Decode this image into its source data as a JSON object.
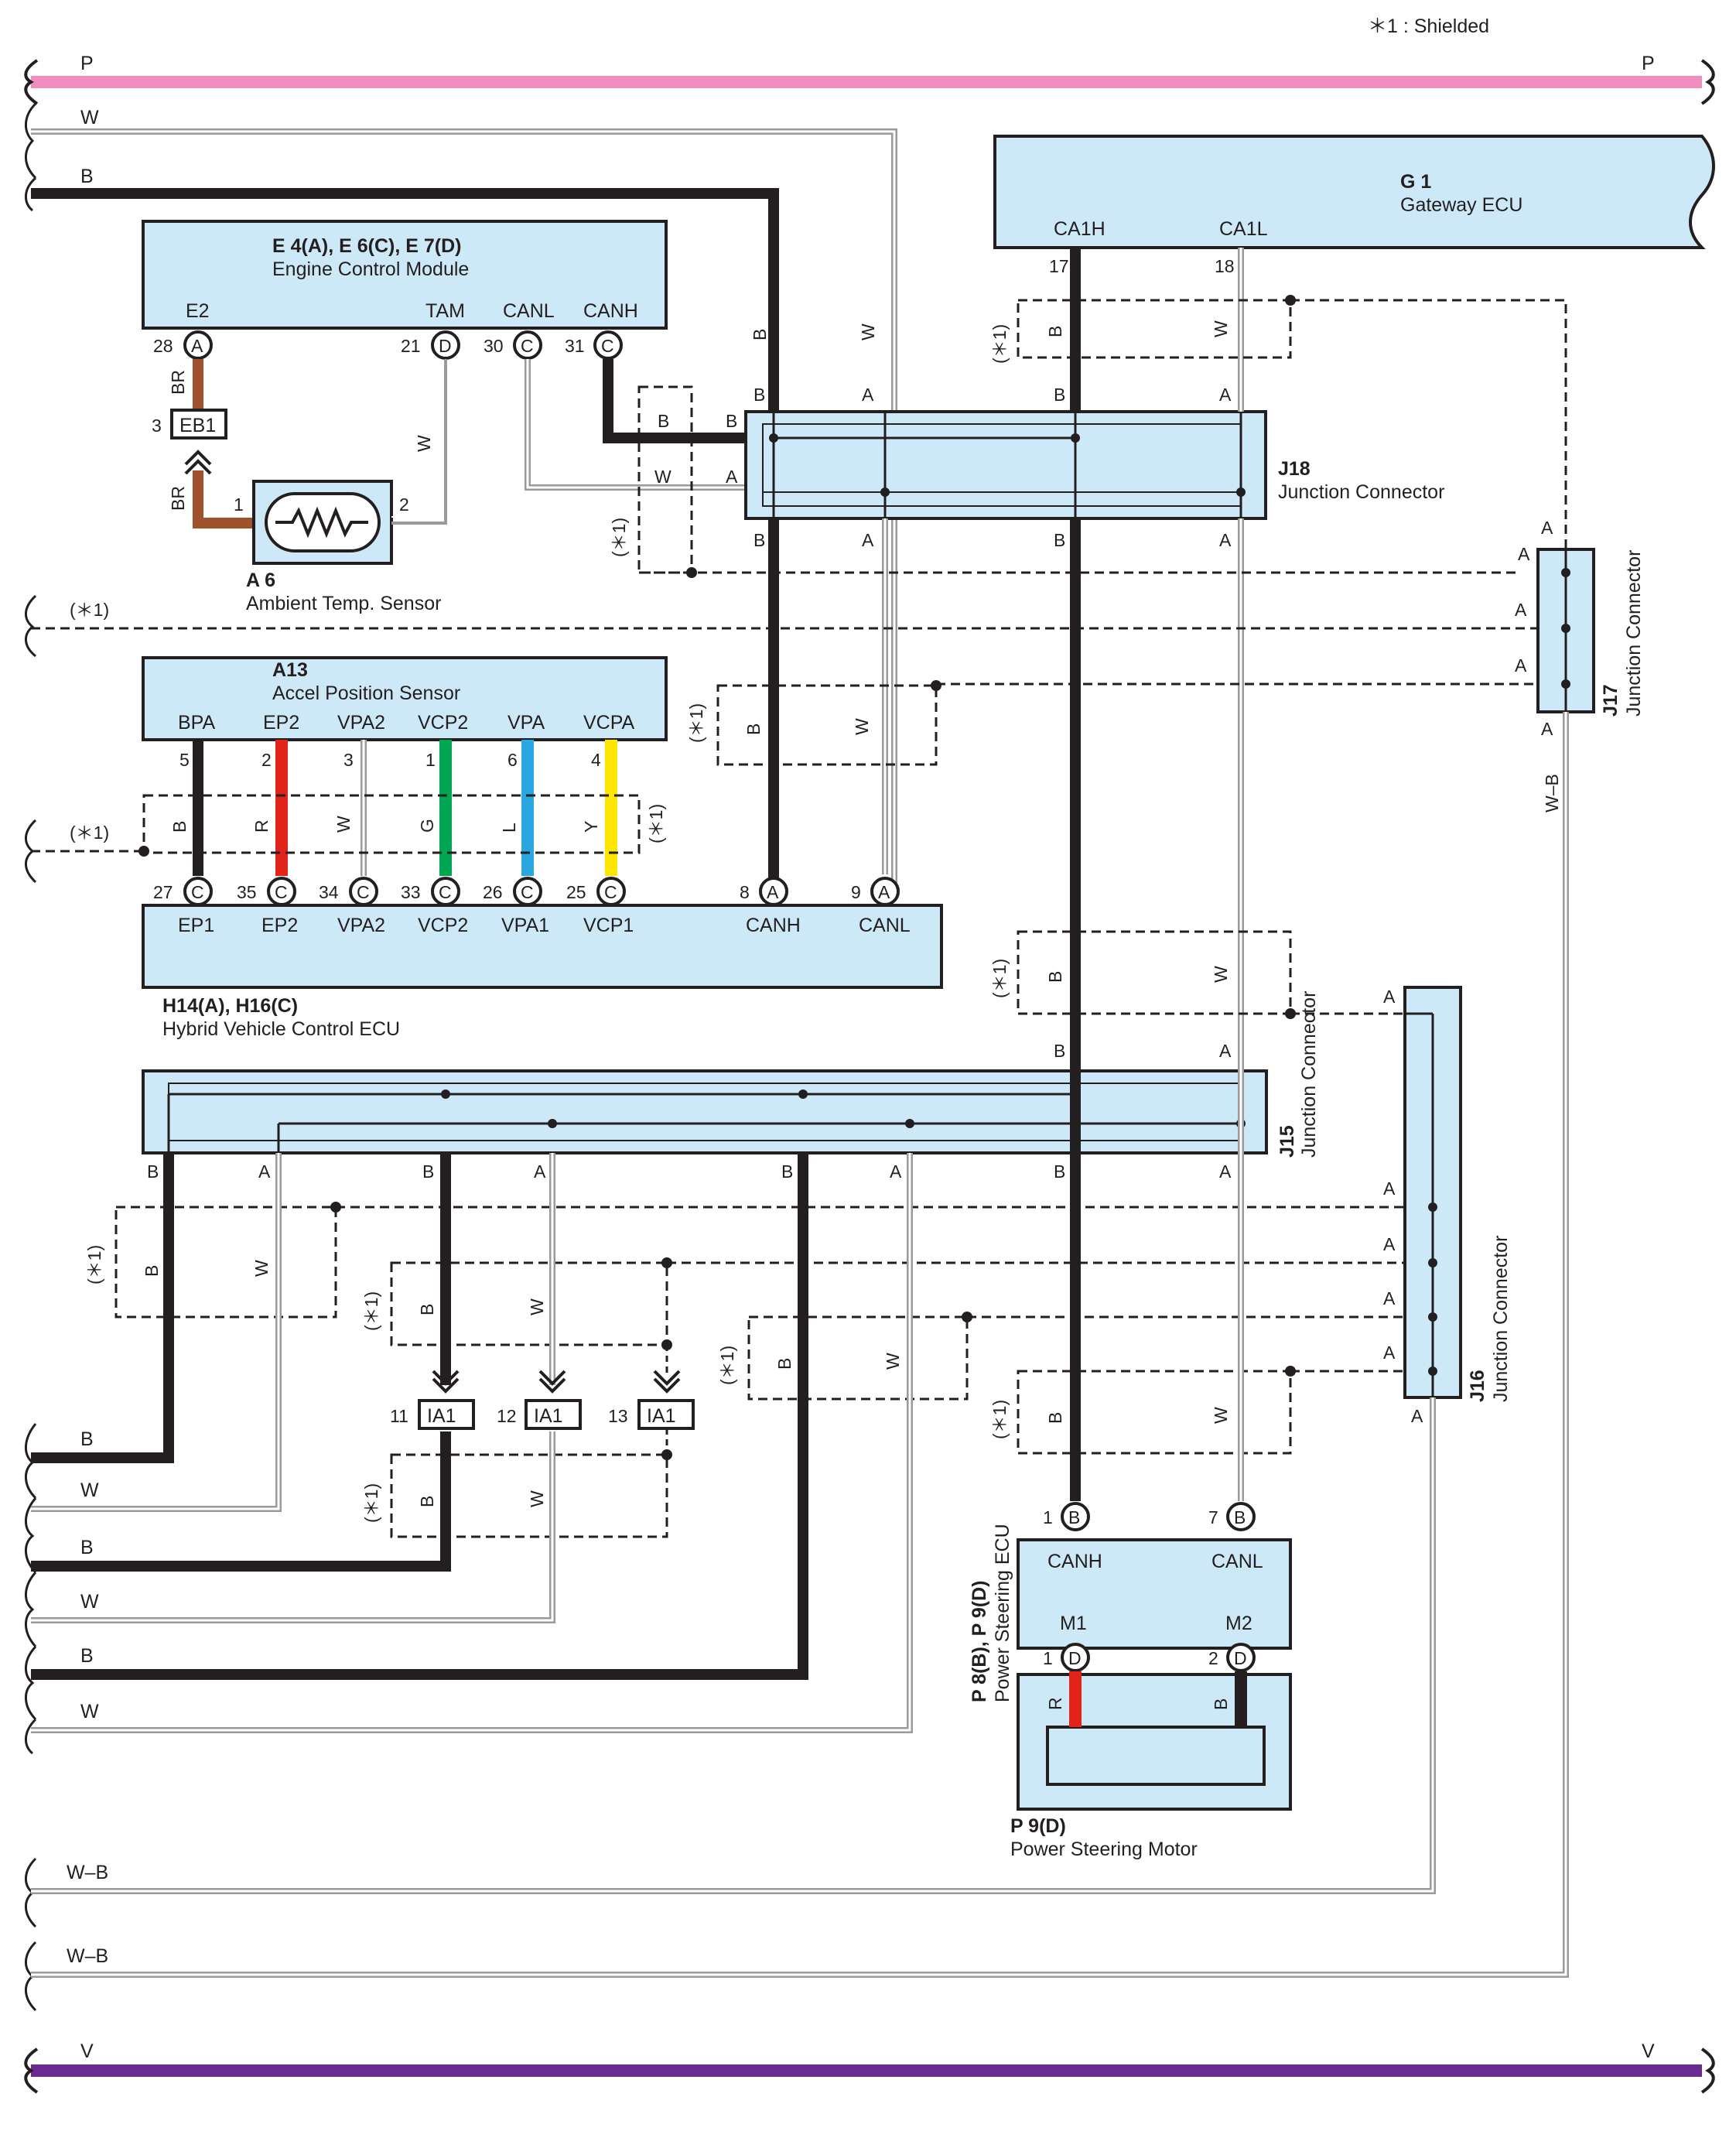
{
  "legend": {
    "shielded": "＊1 : Shielded"
  },
  "bus_labels": {
    "P": "P",
    "W": "W",
    "B": "B",
    "WB": "W–B",
    "V": "V"
  },
  "colors": {
    "power_bus": "#f08fbf",
    "ground_bus": "#6a2c91",
    "component_fill": "#cde9f7",
    "wire_black": "#231f20",
    "wire_brown": "#a0522d",
    "wire_red": "#e2231a",
    "wire_green": "#00a651",
    "wire_blue": "#2aa7e0",
    "wire_yellow": "#ffe600",
    "wire_white": "#9a9a9a"
  },
  "components": {
    "gateway": {
      "ref": "G 1",
      "name": "Gateway ECU",
      "pins": [
        "CA1H",
        "CA1L"
      ],
      "pin_nums": [
        "17",
        "18"
      ]
    },
    "ecm": {
      "ref": "E 4(A), E 6(C), E 7(D)",
      "name": "Engine Control Module",
      "pins": [
        "E2",
        "TAM",
        "CANL",
        "CANH"
      ],
      "pin_nums": [
        "28",
        "21",
        "30",
        "31"
      ],
      "pin_conn": [
        "A",
        "D",
        "C",
        "C"
      ]
    },
    "ambient": {
      "ref": "A 6",
      "name": "Ambient Temp.  Sensor",
      "pin1": "1",
      "pin2": "2"
    },
    "eb1": {
      "label": "EB1",
      "pin": "3"
    },
    "j18": {
      "ref": "J18",
      "name": "Junction Connector"
    },
    "j17": {
      "ref": "J17",
      "name": "Junction Connector"
    },
    "aps": {
      "ref": "A13",
      "name": "Accel Position Sensor",
      "pins": [
        "BPA",
        "EP2",
        "VPA2",
        "VCP2",
        "VPA",
        "VCPA"
      ],
      "pin_nums": [
        "5",
        "2",
        "3",
        "1",
        "6",
        "4"
      ],
      "wire_colors": [
        "B",
        "R",
        "W",
        "G",
        "L",
        "Y"
      ]
    },
    "hv": {
      "ref": "H14(A), H16(C)",
      "name": "Hybrid Vehicle Control ECU",
      "pins": [
        "EP1",
        "EP2",
        "VPA2",
        "VCP2",
        "VPA1",
        "VCP1",
        "CANH",
        "CANL"
      ],
      "pin_nums": [
        "27",
        "35",
        "34",
        "33",
        "26",
        "25",
        "8",
        "9"
      ],
      "pin_conn": [
        "C",
        "C",
        "C",
        "C",
        "C",
        "C",
        "A",
        "A"
      ]
    },
    "j15": {
      "ref": "J15",
      "name": "Junction Connector"
    },
    "j16": {
      "ref": "J16",
      "name": "Junction Connector"
    },
    "ia1": {
      "label": "IA1",
      "pins": [
        "11",
        "12",
        "13"
      ]
    },
    "psecu": {
      "ref": "P 8(B), P 9(D)",
      "name": "Power Steering ECU",
      "pins": [
        "CANH",
        "CANL",
        "M1",
        "M2"
      ],
      "pin_nums": [
        "1",
        "7",
        "1",
        "2"
      ],
      "pin_conn": [
        "B",
        "B",
        "D",
        "D"
      ]
    },
    "psm": {
      "ref": "P 9(D)",
      "name": "Power Steering Motor"
    }
  },
  "wire_letters": {
    "B": "B",
    "W": "W",
    "BR": "BR",
    "R": "R",
    "G": "G",
    "L": "L",
    "Y": "Y",
    "A": "A",
    "WB": "W–B"
  },
  "shield_tag": "(＊1)"
}
